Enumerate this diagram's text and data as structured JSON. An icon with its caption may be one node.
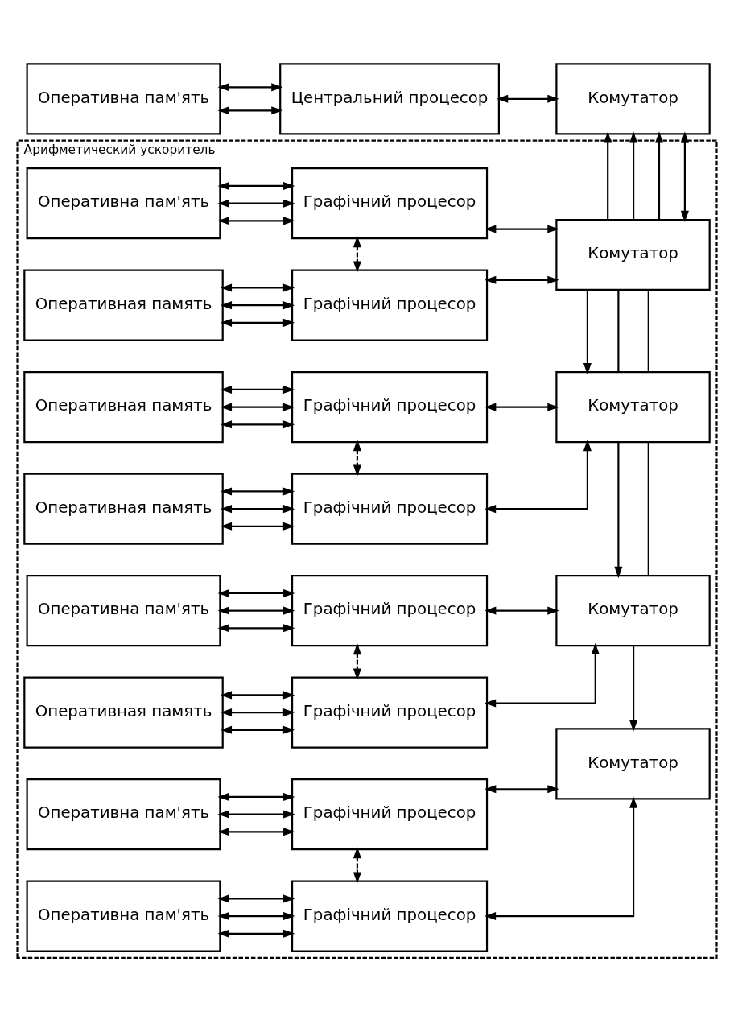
{
  "diagram": {
    "nodes": [
      {
        "text": [
          "Оперативна пам'ять"
        ]
      },
      {
        "text": [
          "Центральний процесор"
        ]
      },
      {
        "text": [
          "Комутатор"
        ]
      },
      {
        "text": [
          "Арифметический ускоритель"
        ]
      },
      {
        "text": [
          "Оперативна пам'ять"
        ],
        "in": 3
      },
      {
        "text": [
          "Графічний процесор"
        ],
        "in": 3
      },
      {
        "text": [
          "Оперативная память"
        ],
        "in": 3
      },
      {
        "text": [
          "Графічний процесор"
        ],
        "in": 3
      },
      {
        "text": [
          "Комутатор"
        ],
        "in": 3
      },
      {
        "text": [
          "Оперативная память"
        ],
        "in": 3
      },
      {
        "text": [
          "Графічний процесор"
        ],
        "in": 3
      },
      {
        "text": [
          "Оперативная память"
        ],
        "in": 3
      },
      {
        "text": [
          "Графічний процесор"
        ],
        "in": 3
      },
      {
        "text": [
          "Комутатор"
        ],
        "in": 3
      },
      {
        "text": [
          "Оперативна пам'ять"
        ],
        "in": 3
      },
      {
        "text": [
          "Графічний процесор"
        ],
        "in": 3
      },
      {
        "text": [
          "Оперативная память"
        ],
        "in": 3
      },
      {
        "text": [
          "Графічний процесор"
        ],
        "in": 3
      },
      {
        "text": [
          "Комутатор"
        ],
        "in": 3
      },
      {
        "text": [
          "Оперативна пам'ять"
        ],
        "in": 3
      },
      {
        "text": [
          "Графічний процесор"
        ],
        "in": 3
      },
      {
        "text": [
          "Оперативна пам'ять"
        ],
        "in": 3
      },
      {
        "text": [
          "Графічний процесор"
        ],
        "in": 3
      },
      {
        "text": [
          "Комутатор"
        ],
        "in": 3
      }
    ],
    "edges": [
      {
        "from": 0,
        "to": 1,
        "arrow": "both"
      },
      {
        "from": 0,
        "to": 1,
        "arrow": "both"
      },
      {
        "from": 1,
        "to": 2,
        "arrow": "both"
      },
      {
        "from": 2,
        "to": 8,
        "arrow": "both"
      },
      {
        "from": 8,
        "to": 2,
        "arrow": "to"
      },
      {
        "from": 8,
        "to": 2,
        "arrow": "to"
      },
      {
        "from": 8,
        "to": 2,
        "arrow": "to"
      },
      {
        "from": 4,
        "to": 5,
        "arrow": "both"
      },
      {
        "from": 4,
        "to": 5,
        "arrow": "both"
      },
      {
        "from": 4,
        "to": 5,
        "arrow": "both"
      },
      {
        "from": 6,
        "to": 7,
        "arrow": "both"
      },
      {
        "from": 6,
        "to": 7,
        "arrow": "both"
      },
      {
        "from": 6,
        "to": 7,
        "arrow": "both"
      },
      {
        "from": 5,
        "to": 8,
        "arrow": "both"
      },
      {
        "from": 7,
        "to": 8,
        "arrow": "both"
      },
      {
        "from": 5,
        "to": 7,
        "arrow": "both",
        "style": "dashed"
      },
      {
        "from": 9,
        "to": 10,
        "arrow": "both"
      },
      {
        "from": 9,
        "to": 10,
        "arrow": "both"
      },
      {
        "from": 9,
        "to": 10,
        "arrow": "both"
      },
      {
        "from": 11,
        "to": 12,
        "arrow": "both"
      },
      {
        "from": 11,
        "to": 12,
        "arrow": "both"
      },
      {
        "from": 11,
        "to": 12,
        "arrow": "both"
      },
      {
        "from": 10,
        "to": 13,
        "arrow": "both"
      },
      {
        "from": 12,
        "to": 13,
        "arrow": "both"
      },
      {
        "from": 10,
        "to": 12,
        "arrow": "both",
        "style": "dashed"
      },
      {
        "from": 14,
        "to": 15,
        "arrow": "both"
      },
      {
        "from": 14,
        "to": 15,
        "arrow": "both"
      },
      {
        "from": 14,
        "to": 15,
        "arrow": "both"
      },
      {
        "from": 16,
        "to": 17,
        "arrow": "both"
      },
      {
        "from": 16,
        "to": 17,
        "arrow": "both"
      },
      {
        "from": 16,
        "to": 17,
        "arrow": "both"
      },
      {
        "from": 15,
        "to": 18,
        "arrow": "both"
      },
      {
        "from": 17,
        "to": 18,
        "arrow": "both"
      },
      {
        "from": 15,
        "to": 17,
        "arrow": "both",
        "style": "dashed"
      },
      {
        "from": 19,
        "to": 20,
        "arrow": "both"
      },
      {
        "from": 19,
        "to": 20,
        "arrow": "both"
      },
      {
        "from": 19,
        "to": 20,
        "arrow": "both"
      },
      {
        "from": 21,
        "to": 22,
        "arrow": "both"
      },
      {
        "from": 21,
        "to": 22,
        "arrow": "both"
      },
      {
        "from": 21,
        "to": 22,
        "arrow": "both"
      },
      {
        "from": 20,
        "to": 23,
        "arrow": "both"
      },
      {
        "from": 22,
        "to": 23,
        "arrow": "both"
      },
      {
        "from": 20,
        "to": 22,
        "arrow": "both",
        "style": "dashed"
      },
      {
        "from": 8,
        "to": 13,
        "arrow": "to"
      },
      {
        "from": 8,
        "to": 13,
        "arrow": "none"
      },
      {
        "from": 8,
        "to": 13,
        "arrow": "none"
      },
      {
        "from": 13,
        "to": 18,
        "arrow": "to"
      },
      {
        "from": 13,
        "to": 18,
        "arrow": "none"
      },
      {
        "from": 18,
        "to": 23,
        "arrow": "to"
      }
    ]
  }
}
